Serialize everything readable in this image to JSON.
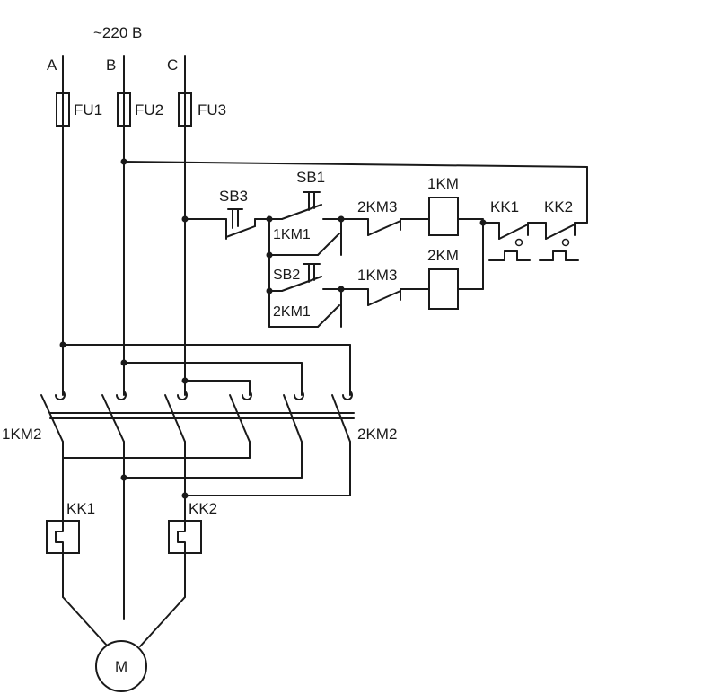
{
  "supply": {
    "voltage": "~220 В",
    "phase_a": "A",
    "phase_b": "B",
    "phase_c": "C"
  },
  "fuses": {
    "fu1": "FU1",
    "fu2": "FU2",
    "fu3": "FU3"
  },
  "control": {
    "sb3": "SB3",
    "sb1": "SB1",
    "sb2": "SB2",
    "km1_hold": "1KM1",
    "km2_hold": "2KM1",
    "interlock_2km3": "2KM3",
    "interlock_1km3": "1KM3",
    "coil_1km": "1KM",
    "coil_2km": "2KM",
    "overload_kk1": "KK1",
    "overload_kk2": "KK2"
  },
  "power": {
    "contactor_1km2": "1KM2",
    "contactor_2km2": "2KM2",
    "relay_kk1": "KK1",
    "relay_kk2": "KK2",
    "motor": "M"
  }
}
